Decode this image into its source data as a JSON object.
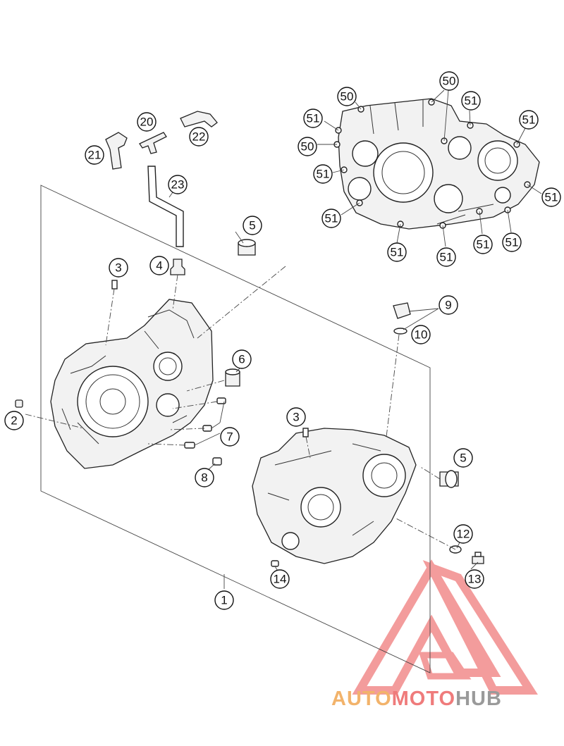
{
  "callouts": [
    {
      "id": "c1",
      "label": "1"
    },
    {
      "id": "c2",
      "label": "2"
    },
    {
      "id": "c3a",
      "label": "3"
    },
    {
      "id": "c3b",
      "label": "3"
    },
    {
      "id": "c4",
      "label": "4"
    },
    {
      "id": "c5a",
      "label": "5"
    },
    {
      "id": "c5b",
      "label": "5"
    },
    {
      "id": "c6",
      "label": "6"
    },
    {
      "id": "c7",
      "label": "7"
    },
    {
      "id": "c8",
      "label": "8"
    },
    {
      "id": "c9",
      "label": "9"
    },
    {
      "id": "c10",
      "label": "10"
    },
    {
      "id": "c12",
      "label": "12"
    },
    {
      "id": "c13",
      "label": "13"
    },
    {
      "id": "c14",
      "label": "14"
    },
    {
      "id": "c20",
      "label": "20"
    },
    {
      "id": "c21",
      "label": "21"
    },
    {
      "id": "c22",
      "label": "22"
    },
    {
      "id": "c23",
      "label": "23"
    },
    {
      "id": "c50a",
      "label": "50"
    },
    {
      "id": "c50b",
      "label": "50"
    },
    {
      "id": "c50c",
      "label": "50"
    },
    {
      "id": "c51a",
      "label": "51"
    },
    {
      "id": "c51b",
      "label": "51"
    },
    {
      "id": "c51c",
      "label": "51"
    },
    {
      "id": "c51d",
      "label": "51"
    },
    {
      "id": "c51e",
      "label": "51"
    },
    {
      "id": "c51f",
      "label": "51"
    },
    {
      "id": "c51g",
      "label": "51"
    },
    {
      "id": "c51h",
      "label": "51"
    },
    {
      "id": "c51i",
      "label": "51"
    },
    {
      "id": "c51j",
      "label": "51"
    }
  ],
  "watermark": {
    "word1": "AUTO",
    "word2": "MOTO",
    "word3": "HUB",
    "color_primary": "#ef7b7b",
    "color_secondary": "#f2b36b",
    "color_text_grey": "#9a9a9a"
  }
}
